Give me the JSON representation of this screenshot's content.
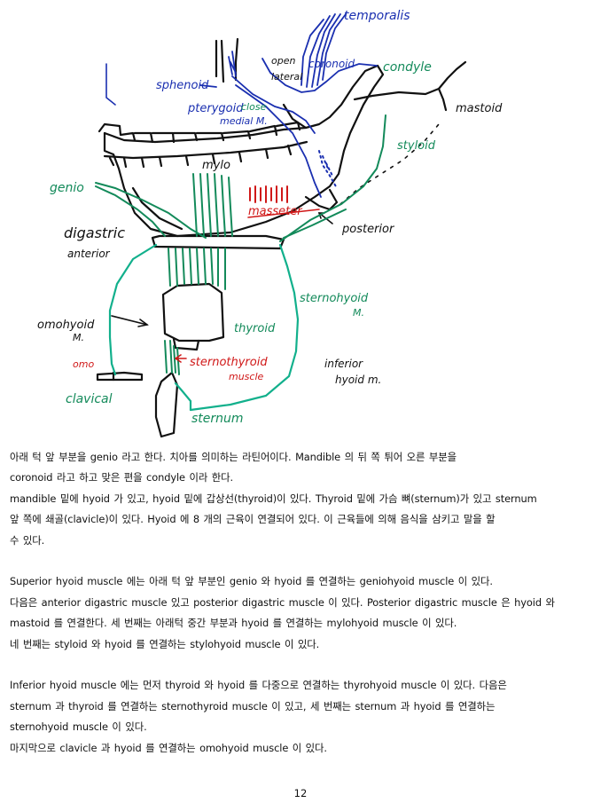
{
  "figure": {
    "labels": {
      "temporalis": "temporalis",
      "condyle": "condyle",
      "coronoid": "coronoid",
      "open": "open",
      "lateral": "lateral",
      "sphenoid": "sphenoid",
      "pterygoid": "pterygoid",
      "close": "close",
      "medial_m": "medial M.",
      "mastoid": "mastoid",
      "styloid": "styloid",
      "mylo": "mylo",
      "genio": "genio",
      "masseter": "masseter",
      "posterior": "posterior",
      "digastric": "digastric",
      "anterior": "anterior",
      "sternohyoid": "sternohyoid",
      "sternohyoid_m": "M.",
      "omohyoid": "omohyoid",
      "omohyoid_m": "M.",
      "thyroid": "thyroid",
      "omo": "omo",
      "sternothyroid": "sternothyroid",
      "muscle": "muscle",
      "inferior": "inferior",
      "hyoid_m": "hyoid m.",
      "clavical": "clavical",
      "sternum": "sternum"
    },
    "colors": {
      "blue": "#1a2fb0",
      "green": "#138a5a",
      "teal": "#12b08c",
      "red": "#d01818",
      "black": "#111111"
    }
  },
  "paragraphs": [
    {
      "lines": [
        "아래 턱 앞 부분을 genio 라고 한다. 치아를 의미하는 라틴어이다. Mandible 의 뒤 쪽 튀어 오른 부분을",
        "coronoid 라고 하고 맞은 편을 condyle 이라 한다.",
        "mandible 밑에 hyoid 가 있고, hyoid 밑에 갑상선(thyroid)이 있다. Thyroid 밑에 가슴 뼈(sternum)가 있고 sternum",
        "앞 쪽에 쇄골(clavicle)이 있다. Hyoid 에 8 개의 근육이 연결되어 있다. 이 근육들에 의해 음식을 삼키고 말을 할",
        "수 있다."
      ]
    },
    {
      "lines": [
        "Superior hyoid muscle 에는 아래 턱 앞 부분인 genio 와 hyoid 를 연결하는 geniohyoid muscle 이 있다.",
        "다음은 anterior digastric muscle 있고 posterior digastric muscle 이 있다.   Posterior digastric muscle 은 hyoid 와",
        "mastoid 를 연결한다. 세 번째는 아래턱 중간 부분과 hyoid 를 연결하는 mylohyoid muscle 이 있다.",
        "네 번째는 styloid 와 hyoid 를 연결하는 stylohyoid muscle 이 있다."
      ]
    },
    {
      "lines": [
        "Inferior hyoid muscle 에는 먼저 thyroid 와 hyoid 를 다중으로 연결하는 thyrohyoid muscle 이 있다. 다음은",
        "sternum 과 thyroid 를 연결하는 sternothyroid muscle 이 있고, 세 번째는 sternum 과 hyoid 를 연결하는",
        "sternohyoid muscle 이 있다.",
        "마지막으로 clavicle 과 hyoid 를 연결하는 omohyoid muscle 이 있다."
      ]
    }
  ],
  "page_number": "12"
}
